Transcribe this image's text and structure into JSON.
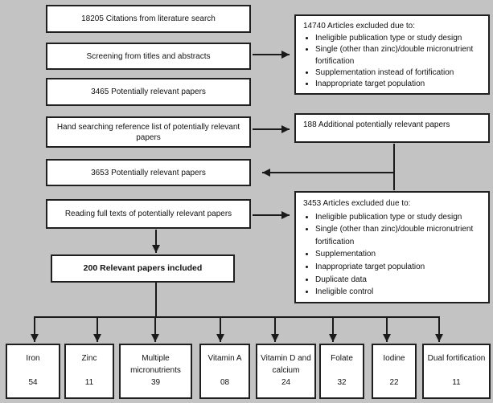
{
  "colors": {
    "background": "#c3c3c3",
    "box_fill": "#ffffff",
    "box_border": "#1f1f1f",
    "line": "#1a1a1a",
    "text": "#111111"
  },
  "flow_boxes": {
    "citations": "18205 Citations from literature search",
    "screening": "Screening from titles and abstracts",
    "potentially_relevant_initial": "3465 Potentially relevant papers",
    "hand_searching": "Hand searching reference list of potentially relevant papers",
    "potentially_relevant_combined": "3653 Potentially relevant papers",
    "reading_full_texts": "Reading full texts of potentially relevant papers",
    "included": "200 Relevant papers included"
  },
  "excluded_titles_abstracts": {
    "title": "14740 Articles excluded due to:",
    "items": [
      "Ineligible publication type or study design",
      "Single (other than zinc)/double micronutrient fortification",
      "Supplementation instead of fortification",
      "Inappropriate target population"
    ]
  },
  "additional_papers": "188 Additional potentially relevant papers",
  "excluded_full_text": {
    "title": "3453 Articles excluded due to:",
    "items": [
      "Ineligible publication type or study design",
      "Single (other than zinc)/double micronutrient fortification",
      "Supplementation",
      "Inappropriate target population",
      "Duplicate data",
      "Ineligible control"
    ]
  },
  "categories": [
    {
      "label": "Iron",
      "count": "54"
    },
    {
      "label": "Zinc",
      "count": "11"
    },
    {
      "label": "Multiple micronutrients",
      "count": "39"
    },
    {
      "label": "Vitamin A",
      "count": "08"
    },
    {
      "label": "Vitamin D and calcium",
      "count": "24"
    },
    {
      "label": "Folate",
      "count": "32"
    },
    {
      "label": "Iodine",
      "count": "22"
    },
    {
      "label": "Dual fortification",
      "count": "11"
    }
  ]
}
